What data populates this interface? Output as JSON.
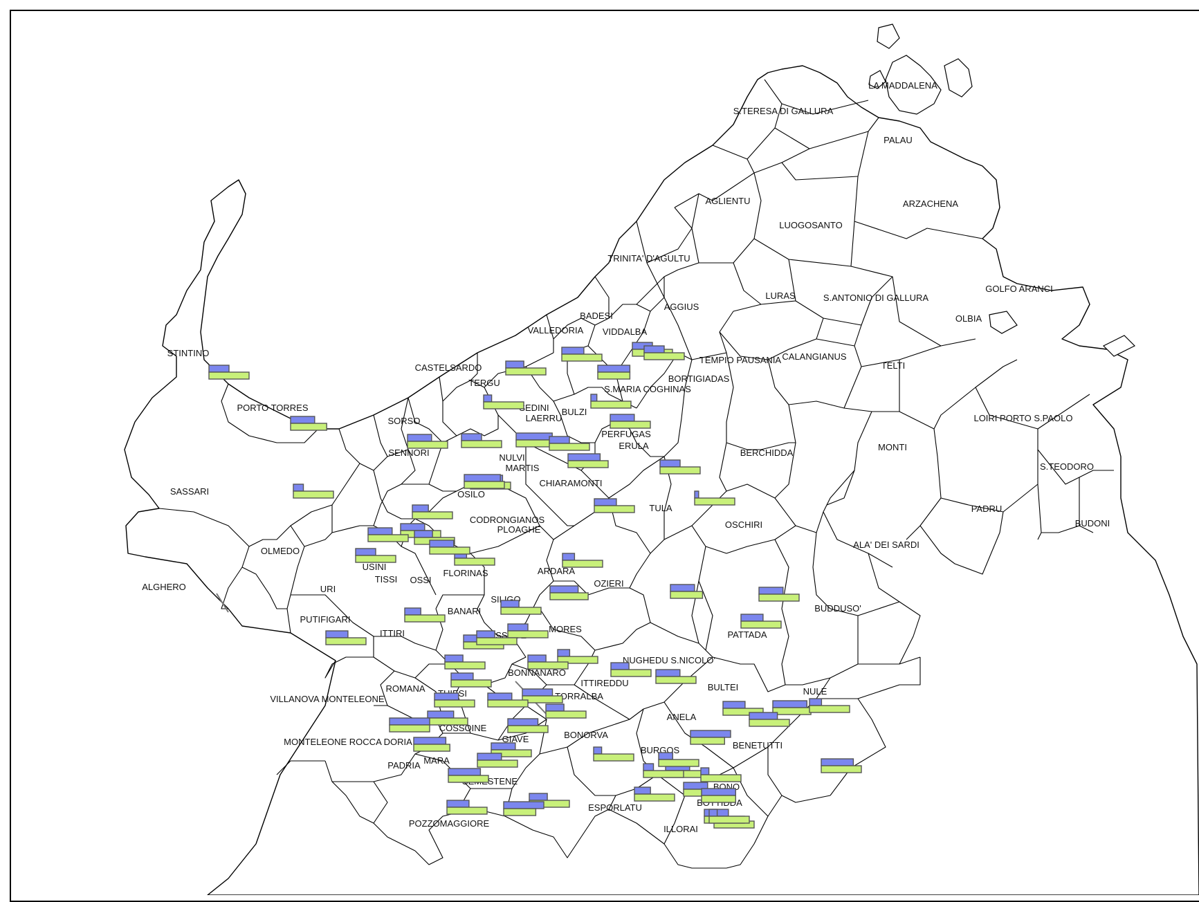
{
  "colors": {
    "bar_a": "#7b86ee",
    "bar_b": "#c8f07a",
    "outline": "#000000",
    "background": "#ffffff"
  },
  "municipalities": [
    {
      "name": "LA MADDALENA"
    },
    {
      "name": "S.TERESA DI GALLURA"
    },
    {
      "name": "PALAU"
    },
    {
      "name": "AGLIENTU"
    },
    {
      "name": "LUOGOSANTO"
    },
    {
      "name": "ARZACHENA"
    },
    {
      "name": "TRINITA' D'AGULTU"
    },
    {
      "name": "GOLFO ARANCI"
    },
    {
      "name": "LURAS"
    },
    {
      "name": "S.ANTONIO DI GALLURA"
    },
    {
      "name": "AGGIUS"
    },
    {
      "name": "BADESI"
    },
    {
      "name": "OLBIA"
    },
    {
      "name": "VALLEDORIA"
    },
    {
      "name": "VIDDALBA"
    },
    {
      "name": "TEMPIO PAUSANIA"
    },
    {
      "name": "CALANGIANUS"
    },
    {
      "name": "STINTINO"
    },
    {
      "name": "TELTI"
    },
    {
      "name": "CASTELSARDO"
    },
    {
      "name": "BORTIGIADAS"
    },
    {
      "name": "TERGU"
    },
    {
      "name": "S.MARIA COGHINAS"
    },
    {
      "name": "PORTO TORRES"
    },
    {
      "name": "SEDINI"
    },
    {
      "name": "LAERRU"
    },
    {
      "name": "BULZI"
    },
    {
      "name": "LOIRI PORTO S.PAOLO"
    },
    {
      "name": "SORSO"
    },
    {
      "name": "PERFUGAS"
    },
    {
      "name": "MONTI"
    },
    {
      "name": "ERULA"
    },
    {
      "name": "SENNORI"
    },
    {
      "name": "BERCHIDDA"
    },
    {
      "name": "NULVI"
    },
    {
      "name": "MARTIS"
    },
    {
      "name": "S.TEODORO"
    },
    {
      "name": "CHIARAMONTI"
    },
    {
      "name": "SASSARI"
    },
    {
      "name": "OSILO"
    },
    {
      "name": "PADRU"
    },
    {
      "name": "TULA"
    },
    {
      "name": "BUDONI"
    },
    {
      "name": "CODRONGIANOS"
    },
    {
      "name": "OSCHIRI"
    },
    {
      "name": "PLOAGHE"
    },
    {
      "name": "ALA' DEI SARDI"
    },
    {
      "name": "OLMEDO"
    },
    {
      "name": "USINI"
    },
    {
      "name": "FLORINAS"
    },
    {
      "name": "ARDARA"
    },
    {
      "name": "TISSI"
    },
    {
      "name": "OSSI"
    },
    {
      "name": "OZIERI"
    },
    {
      "name": "ALGHERO"
    },
    {
      "name": "URI"
    },
    {
      "name": "SILIGO"
    },
    {
      "name": "BUDDUSO'"
    },
    {
      "name": "BANARI"
    },
    {
      "name": "PUTIFIGARI"
    },
    {
      "name": "MORES"
    },
    {
      "name": "PATTADA"
    },
    {
      "name": "ITTIRI"
    },
    {
      "name": "BESSUDE"
    },
    {
      "name": "NUGHEDU S.NICOLO'"
    },
    {
      "name": "BONNANARO"
    },
    {
      "name": "ITTIREDDU"
    },
    {
      "name": "BULTEI"
    },
    {
      "name": "ROMANA"
    },
    {
      "name": "THIESI"
    },
    {
      "name": "NULE"
    },
    {
      "name": "TORRALBA"
    },
    {
      "name": "VILLANOVA MONTELEONE"
    },
    {
      "name": "ANELA"
    },
    {
      "name": "COSSOINE"
    },
    {
      "name": "BONORVA"
    },
    {
      "name": "MONTELEONE ROCCA DORIA"
    },
    {
      "name": "GIAVE"
    },
    {
      "name": "BENETUTTI"
    },
    {
      "name": "BURGOS"
    },
    {
      "name": "MARA"
    },
    {
      "name": "PADRIA"
    },
    {
      "name": "BONO"
    },
    {
      "name": "SEMESTENE"
    },
    {
      "name": "BOTTIDDA"
    },
    {
      "name": "ESPORLATU"
    },
    {
      "name": "POZZOMAGGIORE"
    },
    {
      "name": "ILLORAI"
    }
  ],
  "bar_symbols": [
    {
      "a": 0.5,
      "b": 1.0
    },
    {
      "a": 0.6,
      "b": 0.9
    },
    {
      "a": 0.25,
      "b": 1.0
    },
    {
      "a": 0.45,
      "b": 1.0
    },
    {
      "a": 0.9,
      "b": 1.0
    },
    {
      "a": 0.55,
      "b": 1.0
    },
    {
      "a": 0.2,
      "b": 1.0
    },
    {
      "a": 0.6,
      "b": 1.0
    },
    {
      "a": 0.5,
      "b": 1.0
    },
    {
      "a": 0.5,
      "b": 1.0
    },
    {
      "a": 0.8,
      "b": 0.8
    },
    {
      "a": 0.5,
      "b": 1.0
    },
    {
      "a": 0.15,
      "b": 1.0
    },
    {
      "a": 0.5,
      "b": 1.0
    },
    {
      "a": 0.6,
      "b": 1.0
    },
    {
      "a": 0.8,
      "b": 1.0
    },
    {
      "a": 0.55,
      "b": 1.0
    },
    {
      "a": 0.9,
      "b": 1.0
    },
    {
      "a": 0.8,
      "b": 1.0
    },
    {
      "a": 0.5,
      "b": 1.0
    },
    {
      "a": 0.1,
      "b": 1.0
    },
    {
      "a": 0.4,
      "b": 1.0
    },
    {
      "a": 0.6,
      "b": 1.0
    },
    {
      "a": 0.6,
      "b": 1.0
    },
    {
      "a": 0.45,
      "b": 1.0
    },
    {
      "a": 0.3,
      "b": 1.0
    },
    {
      "a": 0.3,
      "b": 1.0
    },
    {
      "a": 0.6,
      "b": 1.0
    },
    {
      "a": 0.6,
      "b": 0.8
    },
    {
      "a": 0.4,
      "b": 1.0
    },
    {
      "a": 0.6,
      "b": 1.0
    },
    {
      "a": 0.5,
      "b": 1.0
    },
    {
      "a": 0.45,
      "b": 1.0
    },
    {
      "a": 0.7,
      "b": 0.95
    },
    {
      "a": 0.4,
      "b": 1.0
    },
    {
      "a": 0.5,
      "b": 1.0
    },
    {
      "a": 0.55,
      "b": 1.0
    },
    {
      "a": 0.45,
      "b": 1.0
    },
    {
      "a": 0.3,
      "b": 1.0
    },
    {
      "a": 0.55,
      "b": 1.0
    },
    {
      "a": 0.45,
      "b": 1.0
    },
    {
      "a": 0.55,
      "b": 1.0
    },
    {
      "a": 0.45,
      "b": 1.0
    },
    {
      "a": 0.45,
      "b": 1.0
    },
    {
      "a": 0.6,
      "b": 1.0
    },
    {
      "a": 0.75,
      "b": 1.0
    },
    {
      "a": 0.6,
      "b": 1.0
    },
    {
      "a": 0.45,
      "b": 1.0
    },
    {
      "a": 0.6,
      "b": 1.0
    },
    {
      "a": 0.65,
      "b": 1.0
    },
    {
      "a": 0.55,
      "b": 1.0
    },
    {
      "a": 1.0,
      "b": 1.0
    },
    {
      "a": 0.75,
      "b": 1.0
    },
    {
      "a": 0.8,
      "b": 0.9
    },
    {
      "a": 0.6,
      "b": 1.0
    },
    {
      "a": 0.6,
      "b": 1.0
    },
    {
      "a": 1.0,
      "b": 0.85
    },
    {
      "a": 0.85,
      "b": 0.95
    },
    {
      "a": 0.6,
      "b": 0.9
    },
    {
      "a": 0.8,
      "b": 1.0
    },
    {
      "a": 0.55,
      "b": 1.0
    },
    {
      "a": 0.8,
      "b": 1.0
    },
    {
      "a": 0.6,
      "b": 1.0
    },
    {
      "a": 0.2,
      "b": 1.0
    },
    {
      "a": 0.25,
      "b": 1.0
    },
    {
      "a": 0.4,
      "b": 1.0
    },
    {
      "a": 0.85,
      "b": 0.85
    },
    {
      "a": 0.7,
      "b": 1.0
    },
    {
      "a": 0.3,
      "b": 1.0
    },
    {
      "a": 0.2,
      "b": 1.0
    },
    {
      "a": 0.35,
      "b": 1.0
    },
    {
      "a": 0.6,
      "b": 1.0
    },
    {
      "a": 0.45,
      "b": 1.0
    },
    {
      "a": 0.2,
      "b": 1.0
    },
    {
      "a": 1.0,
      "b": 0.8
    },
    {
      "a": 0.3,
      "b": 1.0
    },
    {
      "a": 0.35,
      "b": 1.0
    }
  ]
}
